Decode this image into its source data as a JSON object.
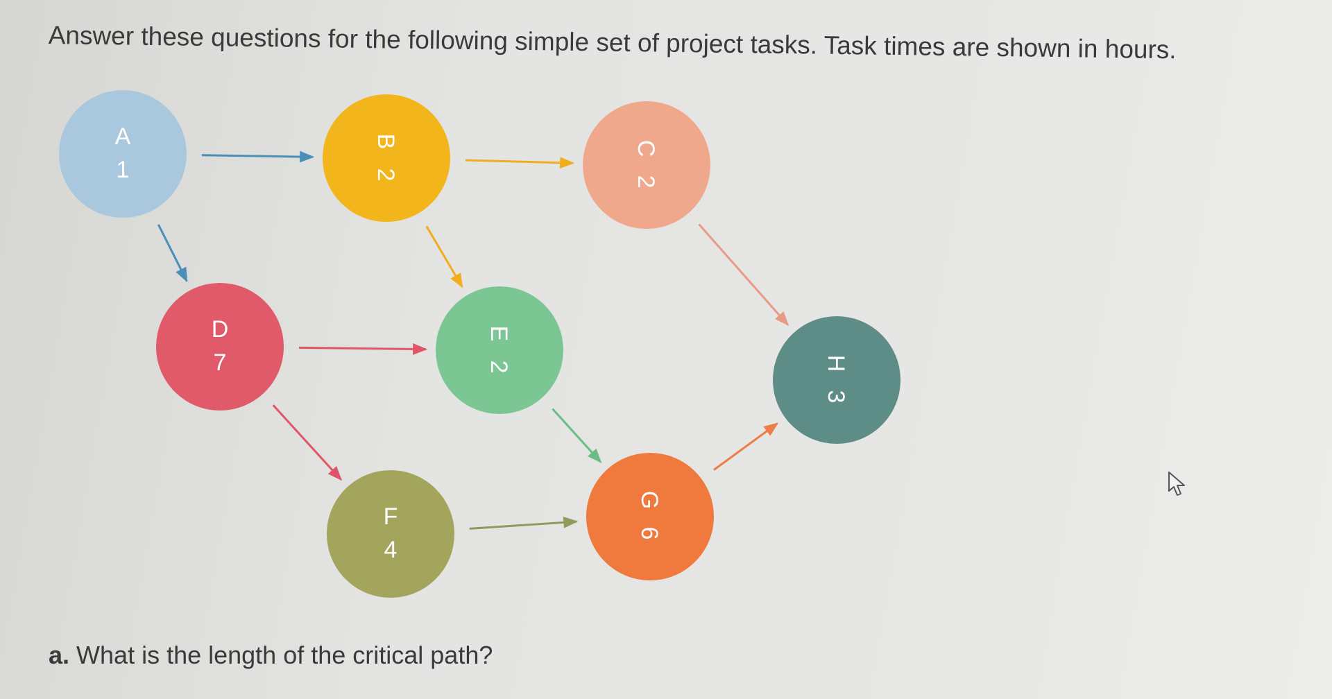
{
  "instructions": "Answer these questions for the following simple set of project tasks. Task times are shown in hours.",
  "question": {
    "label": "a.",
    "text": "What is the length of the critical path?"
  },
  "nodes": [
    {
      "id": "A",
      "time": "1",
      "color": "#a9c8de"
    },
    {
      "id": "B",
      "time": "2",
      "color": "#f2b61c"
    },
    {
      "id": "C",
      "time": "2",
      "color": "#efa88c"
    },
    {
      "id": "D",
      "time": "7",
      "color": "#e05a6a"
    },
    {
      "id": "E",
      "time": "2",
      "color": "#7cc693"
    },
    {
      "id": "F",
      "time": "4",
      "color": "#a3a55d"
    },
    {
      "id": "G",
      "time": "6",
      "color": "#f07a3e"
    },
    {
      "id": "H",
      "time": "3",
      "color": "#5e8c86"
    }
  ],
  "edges": [
    {
      "from": "A",
      "to": "B",
      "color": "#4a8fb7"
    },
    {
      "from": "A",
      "to": "D",
      "color": "#4a8fb7"
    },
    {
      "from": "B",
      "to": "C",
      "color": "#f0ad1c"
    },
    {
      "from": "B",
      "to": "E",
      "color": "#f0ad1c"
    },
    {
      "from": "C",
      "to": "H",
      "color": "#e89a85"
    },
    {
      "from": "D",
      "to": "E",
      "color": "#e05567"
    },
    {
      "from": "D",
      "to": "F",
      "color": "#e05567"
    },
    {
      "from": "E",
      "to": "G",
      "color": "#6bbd88"
    },
    {
      "from": "F",
      "to": "G",
      "color": "#8f9b5a"
    },
    {
      "from": "G",
      "to": "H",
      "color": "#ee7c48"
    }
  ]
}
